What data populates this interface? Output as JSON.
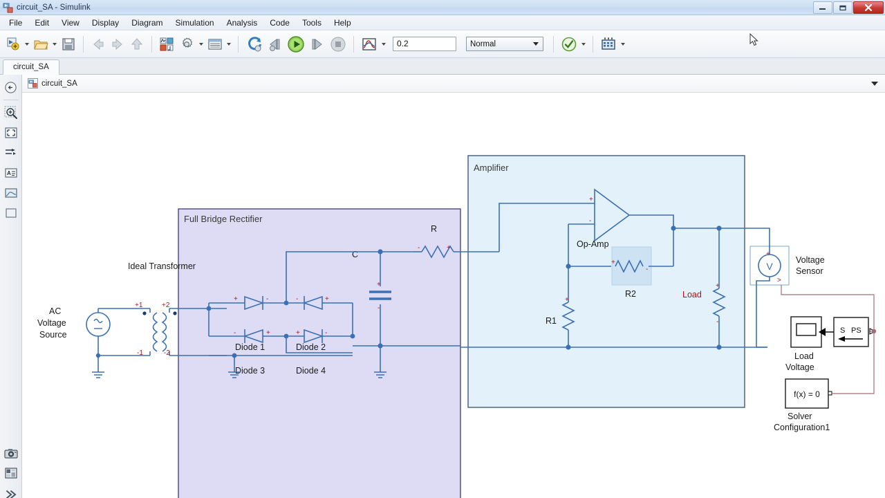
{
  "window": {
    "title": "circuit_SA - Simulink",
    "icon": "simulink-model-icon",
    "minimize_label": "–",
    "restore_label": "❐",
    "close_label": "✕"
  },
  "menubar": {
    "items": [
      {
        "label": "File"
      },
      {
        "label": "Edit"
      },
      {
        "label": "View"
      },
      {
        "label": "Display"
      },
      {
        "label": "Diagram"
      },
      {
        "label": "Simulation"
      },
      {
        "label": "Analysis"
      },
      {
        "label": "Code"
      },
      {
        "label": "Tools"
      },
      {
        "label": "Help"
      }
    ]
  },
  "toolbar": {
    "new_model": "new-model-icon",
    "open": "open-folder-icon",
    "save": "save-disk-icon",
    "back": "navigate-back-icon",
    "forward": "navigate-forward-icon",
    "up": "navigate-up-icon",
    "library_browser": "library-browser-icon",
    "model_settings": "gear-icon",
    "model_explorer": "model-explorer-icon",
    "update_model": "update-model-icon",
    "step_back": "step-back-icon",
    "run": "run-icon",
    "step_forward": "step-forward-icon",
    "stop": "stop-icon",
    "signal_logging": "scope-signal-icon",
    "sim_time_value": "0.2",
    "sim_mode_value": "Normal",
    "model_advisor": "model-advisor-icon",
    "build_model": "build-model-icon"
  },
  "tabs": {
    "items": [
      {
        "label": "circuit_SA",
        "active": true
      }
    ]
  },
  "breadcrumb": {
    "back_icon": "breadcrumb-back-icon",
    "model_icon": "simulink-model-icon",
    "path": "circuit_SA",
    "expand_icon": "chevron-down-icon"
  },
  "sidebar": {
    "items": [
      {
        "name": "navigate-back-icon"
      },
      {
        "name": "zoom-in-icon"
      },
      {
        "name": "fit-to-view-icon"
      },
      {
        "name": "signal-routing-icon"
      },
      {
        "name": "annotation-icon"
      },
      {
        "name": "image-icon"
      },
      {
        "name": "area-box-icon"
      },
      {
        "name": "camera-icon"
      },
      {
        "name": "layout-icon"
      },
      {
        "name": "expand-chevrons-icon"
      }
    ]
  },
  "diagram": {
    "source": {
      "label_line1": "AC",
      "label_line2": "Voltage",
      "label_line3": "Source"
    },
    "transformer": {
      "label": "Ideal Transformer",
      "terminal_p1": "+1",
      "terminal_n1": "-1",
      "terminal_p2": "+2",
      "terminal_n2": "-2"
    },
    "rectifier": {
      "title": "Full Bridge Rectifier",
      "bg_color": "#dedcf5",
      "border_color": "#3a3a7a",
      "diodes": [
        "Diode 1",
        "Diode 2",
        "Diode 3",
        "Diode 4"
      ],
      "capacitor": "C",
      "resistor": "R"
    },
    "amplifier": {
      "title": "Amplifier",
      "bg_color": "#e3f1fa",
      "border_color": "#34506a",
      "opamp": "Op-Amp",
      "r1": "R1",
      "r2": "R2",
      "load": "Load"
    },
    "sensor": {
      "symbol": "V",
      "label_line1": "Voltage",
      "label_line2": "Sensor"
    },
    "converter": {
      "in_label": "S",
      "out_label": "PS"
    },
    "scope": {
      "label_line1": "Load",
      "label_line2": "Voltage"
    },
    "solver": {
      "equation": "f(x) = 0",
      "label_line1": "Solver",
      "label_line2": "Configuration1"
    },
    "terminal_plus": "+",
    "terminal_minus": "-"
  },
  "colors": {
    "wire": "#3c6fb4",
    "terminal_marker": "#a01828",
    "ps_wire": "#a36d78",
    "load_label": "#b01020"
  }
}
